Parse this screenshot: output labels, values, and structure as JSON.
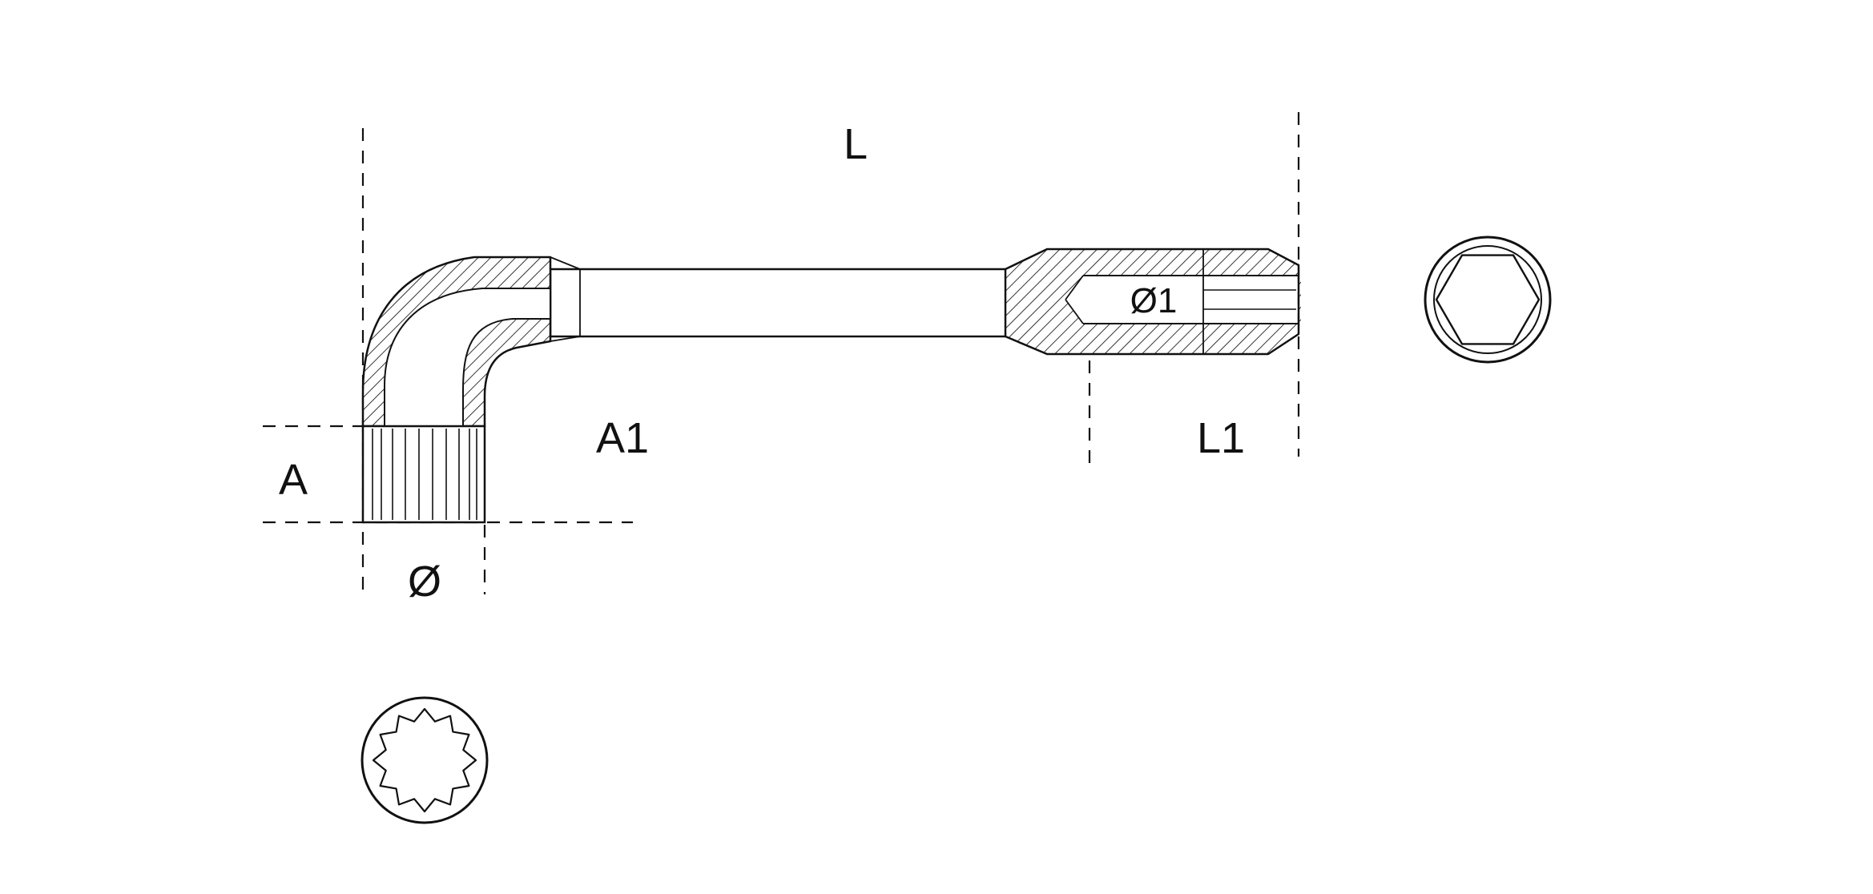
{
  "diagram": {
    "labels": {
      "overall_length": "L",
      "dim_a": "A",
      "dim_a1": "A1",
      "dim_diameter": "Ø",
      "dim_diameter1": "Ø1",
      "dim_l1": "L1"
    },
    "colors": {
      "line": "#111111",
      "background": "#ffffff"
    }
  }
}
